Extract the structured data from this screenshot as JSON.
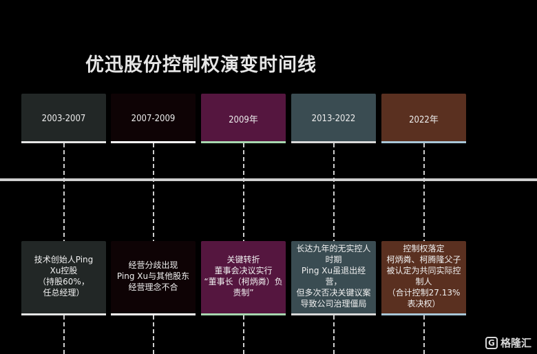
{
  "title": "优迅股份控制权演变时间线",
  "periods": [
    {
      "label": "2003-2007",
      "bg": "#222726",
      "bar": "#e6e6e6",
      "desc": "技术创始人Ping\nXu控股\n（持股60%，\n任总经理）"
    },
    {
      "label": "2007-2009",
      "bg": "#0e0305",
      "bar": "#ffffff",
      "desc": "经营分歧出现\nPing Xu与其他股东\n经营理念不合"
    },
    {
      "label": "2009年",
      "bg": "#55163f",
      "bar": "#a8d8b0",
      "desc": "关键转折\n董事会决议实行\n“董事长（柯炳粦）负责制”"
    },
    {
      "label": "2013-2022",
      "bg": "#3a4c52",
      "bar": "#d9d9d9",
      "desc": "长达九年的无实控人时期\nPing Xu虽退出经营，\n但多次否决关键议案\n导致公司治理僵局"
    },
    {
      "label": "2022年",
      "bg": "#5a3020",
      "bar": "#a9c7d8",
      "desc": "控制权落定\n柯炳粦、柯腾隆父子\n被认定为共同实际控制人\n（合计控制27.13%表决权）"
    }
  ],
  "logo": {
    "mark": "G",
    "text": "格隆汇"
  }
}
